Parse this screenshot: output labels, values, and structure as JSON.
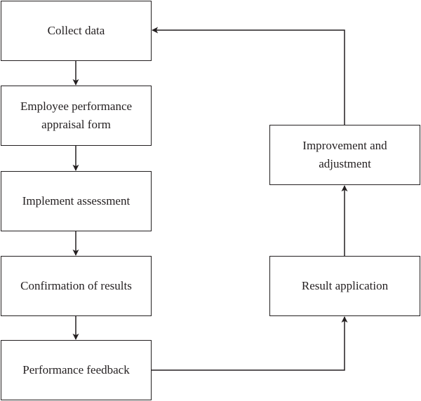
{
  "nodes": {
    "collect_data": "Collect data",
    "appraisal_form": "Employee performance\nappraisal form",
    "implement_assessment": "Implement assessment",
    "confirmation_results": "Confirmation of results",
    "performance_feedback": "Performance feedback",
    "result_application": "Result application",
    "improvement_adjustment": "Improvement and\nadjustment"
  },
  "edges": [
    {
      "from": "Collect data",
      "to": "Employee performance appraisal form"
    },
    {
      "from": "Employee performance appraisal form",
      "to": "Implement assessment"
    },
    {
      "from": "Implement assessment",
      "to": "Confirmation of results"
    },
    {
      "from": "Confirmation of results",
      "to": "Performance feedback"
    },
    {
      "from": "Performance feedback",
      "to": "Result application"
    },
    {
      "from": "Result application",
      "to": "Improvement and adjustment"
    },
    {
      "from": "Improvement and adjustment",
      "to": "Collect data"
    }
  ],
  "colors": {
    "stroke": "#231f20",
    "background": "#ffffff"
  }
}
